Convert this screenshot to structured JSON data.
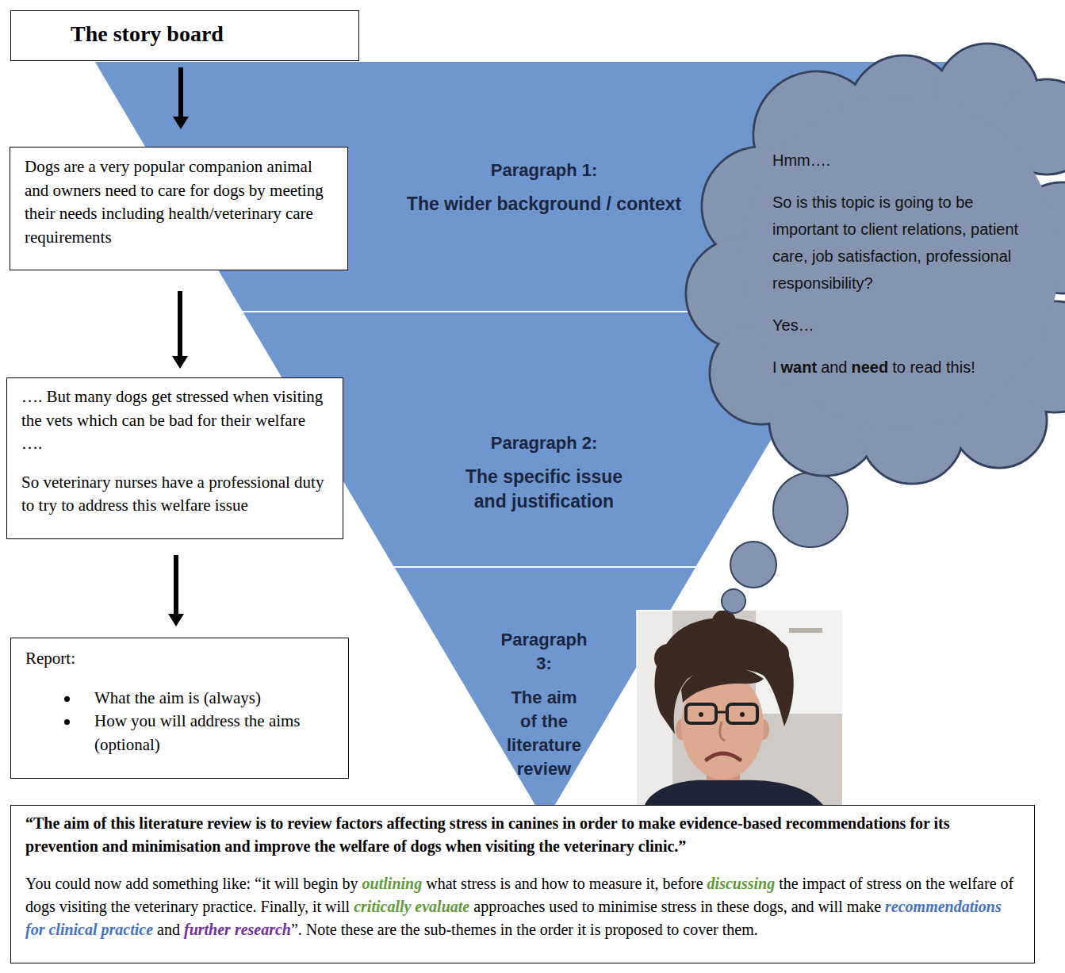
{
  "diagram": {
    "nodes": [
      {
        "text": [
          "The story board"
        ]
      },
      {
        "text": [
          "Dogs are a very popular companion animal and owners need to care for dogs by meeting their needs including health/veterinary care requirements"
        ]
      },
      {
        "text": [
          "…. But many dogs get stressed when visiting the vets which can be bad for their welfare ….",
          "So veterinary nurses have a professional duty to try to address this welfare issue"
        ]
      },
      {
        "text": [
          "Report:",
          "What the aim is (always)",
          "How you will address the aims (optional)"
        ]
      },
      {
        "text": [
          "Paragraph 1:",
          "The wider background / context"
        ]
      },
      {
        "text": [
          "Paragraph 2:",
          "The specific issue and justification"
        ]
      },
      {
        "text": [
          "Paragraph 3:",
          "The aim of the literature review"
        ]
      },
      {
        "text": [
          "Hmm….",
          "So is this topic is going to be important to client relations, patient care, job satisfaction, professional responsibility?",
          "Yes…",
          "I",
          "want",
          "and",
          "need",
          "to read this!"
        ]
      },
      {
        "text": [
          "“The aim of this literature review is to review factors affecting stress in canines in order to make evidence-based recommendations for its prevention and minimisation and improve the welfare of dogs when visiting the veterinary clinic.”",
          "You could now add something like: “it will begin by",
          "outlining",
          "what stress is and how to measure it, before",
          "discussing",
          "the impact of stress on the welfare of dogs visiting the veterinary practice. Finally, it will",
          "critically evaluate",
          "approaches used to minimise stress in these dogs, and will make",
          "recommendations for clinical practice",
          "and",
          "further research",
          "”. Note these are the sub-themes in the order it is proposed to cover them."
        ]
      }
    ],
    "edges": [
      {
        "from": 0,
        "to": 1,
        "arrow": "to"
      },
      {
        "from": 1,
        "to": 2,
        "arrow": "to"
      },
      {
        "from": 2,
        "to": 3,
        "arrow": "to"
      }
    ]
  }
}
